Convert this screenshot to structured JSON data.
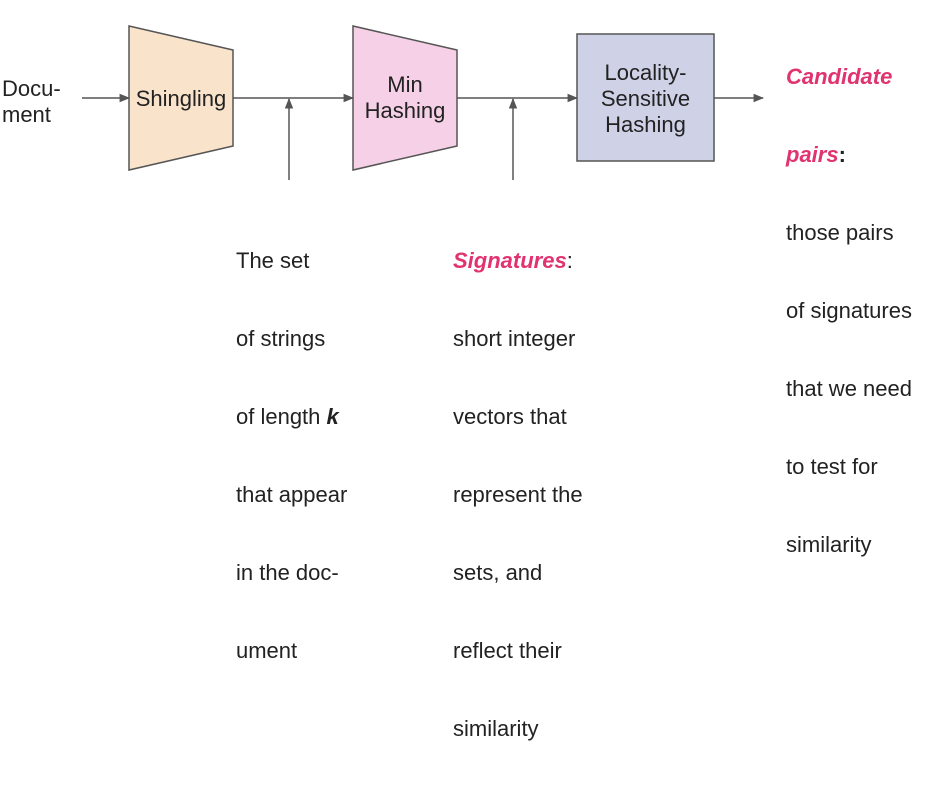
{
  "colors": {
    "shingling_fill": "#fae3cb",
    "minhash_fill": "#f6d0e6",
    "lsh_fill": "#cfd1e6",
    "stroke": "#555555",
    "highlight": "#e0336f"
  },
  "input": {
    "line1": "Docu-",
    "line2": "ment"
  },
  "stages": {
    "shingling": "Shingling",
    "minhash": {
      "line1": "Min",
      "line2": "Hashing"
    },
    "lsh": {
      "line1": "Locality-",
      "line2": "Sensitive",
      "line3": "Hashing"
    }
  },
  "shingles_note": {
    "line1": "The set",
    "line2": "of strings",
    "line3_a": "of length ",
    "line3_k": "k",
    "line4": "that appear",
    "line5": "in the doc-",
    "line6": "ument"
  },
  "signatures_note": {
    "title": "Signatures",
    "colon": ":",
    "line2": "short integer",
    "line3": "vectors that",
    "line4": "represent the",
    "line5": "sets, and",
    "line6": "reflect their",
    "line7": "similarity"
  },
  "candidates_note": {
    "title1": "Candidate",
    "title2": "pairs",
    "colon": ":",
    "line3": "those pairs",
    "line4": "of signatures",
    "line5": "that we need",
    "line6": "to test for",
    "line7": "similarity"
  }
}
